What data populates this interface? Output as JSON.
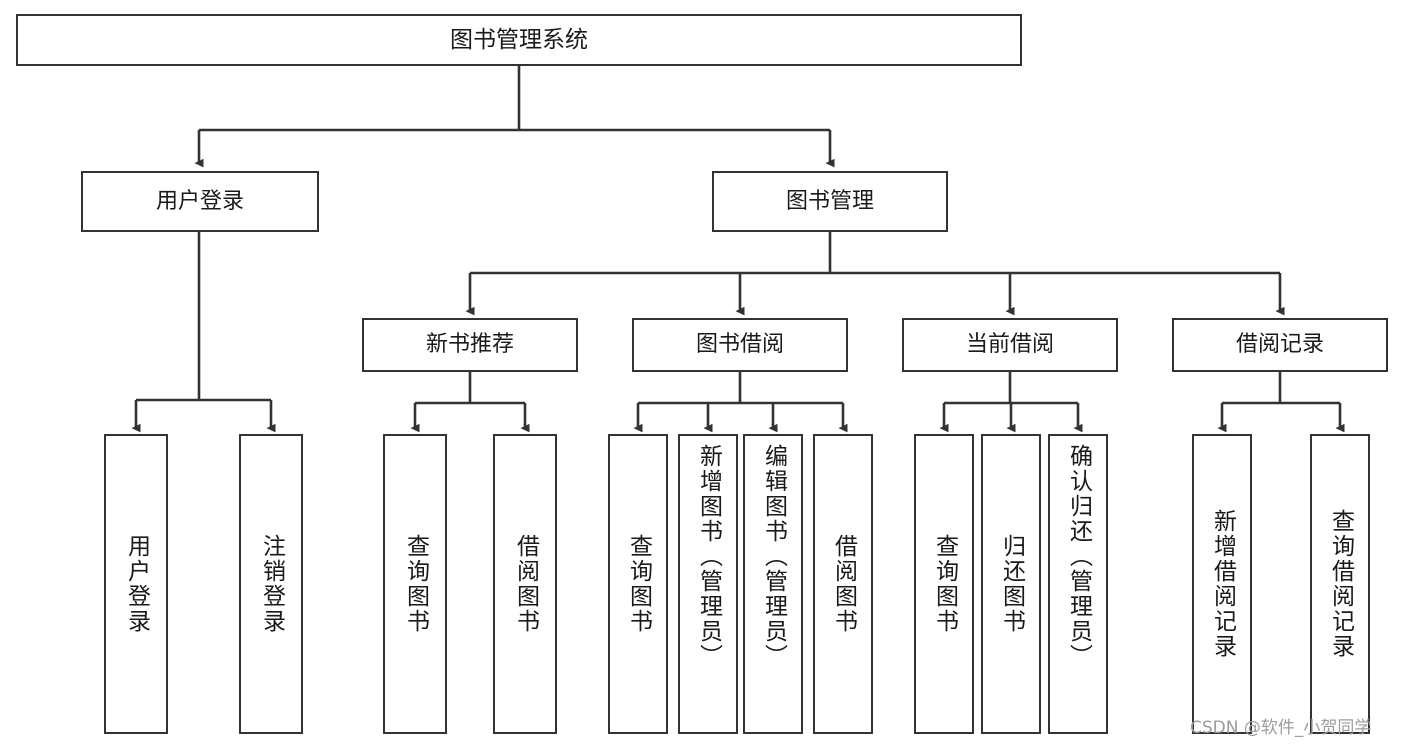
{
  "diagram": {
    "title": "图书管理系统",
    "type": "hierarchy-tree",
    "orientation": "top-down",
    "colors": {
      "box_border": "#333333",
      "box_fill": "#ffffff",
      "edge": "#333333",
      "text": "#1a1a1a",
      "watermark": "#9c9c9c",
      "background": "#ffffff"
    },
    "root": {
      "label": "图书管理系统"
    },
    "level2": [
      {
        "label": "用户登录"
      },
      {
        "label": "图书管理"
      }
    ],
    "level3": [
      {
        "label": "新书推荐"
      },
      {
        "label": "图书借阅"
      },
      {
        "label": "当前借阅"
      },
      {
        "label": "借阅记录"
      }
    ],
    "leaves": {
      "user_login": [
        {
          "label": "用户登录"
        },
        {
          "label": "注销登录"
        }
      ],
      "new_book_recommend": [
        {
          "label": "查询图书"
        },
        {
          "label": "借阅图书"
        }
      ],
      "book_borrow": [
        {
          "label": "查询图书"
        },
        {
          "label": "新增图书（管理员）"
        },
        {
          "label": "编辑图书（管理员）"
        },
        {
          "label": "借阅图书"
        }
      ],
      "current_borrow": [
        {
          "label": "查询图书"
        },
        {
          "label": "归还图书"
        },
        {
          "label": "确认归还（管理员）"
        }
      ],
      "borrow_record": [
        {
          "label": "新增借阅记录"
        },
        {
          "label": "查询借阅记录"
        }
      ]
    },
    "watermark": "CSDN @软件_小贺同学"
  }
}
